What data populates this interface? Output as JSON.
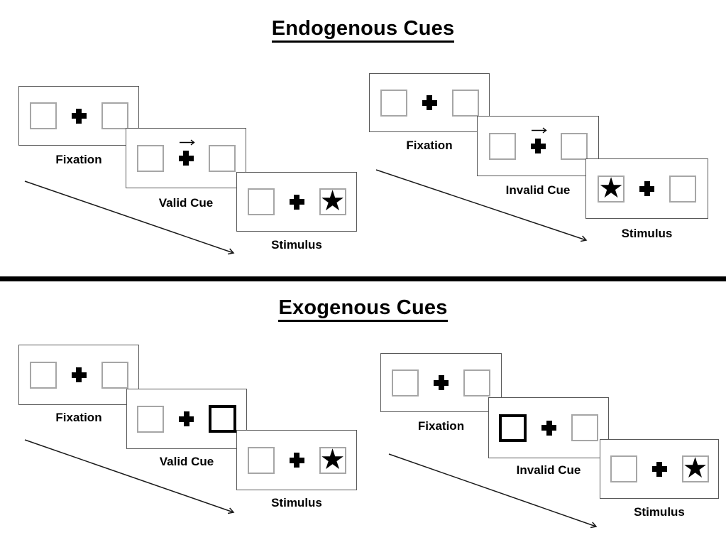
{
  "sections": [
    {
      "title": "Endogenous Cues",
      "sequences": [
        {
          "name": "valid-trial",
          "panels": [
            {
              "label": "Fixation",
              "type": "fixation"
            },
            {
              "label": "Valid Cue",
              "type": "arrow-cue",
              "arrow_direction": "right"
            },
            {
              "label": "Stimulus",
              "type": "stimulus",
              "star_side": "right"
            }
          ]
        },
        {
          "name": "invalid-trial",
          "panels": [
            {
              "label": "Fixation",
              "type": "fixation"
            },
            {
              "label": "Invalid Cue",
              "type": "arrow-cue",
              "arrow_direction": "right"
            },
            {
              "label": "Stimulus",
              "type": "stimulus",
              "star_side": "left"
            }
          ]
        }
      ]
    },
    {
      "title": "Exogenous Cues",
      "sequences": [
        {
          "name": "valid-trial",
          "panels": [
            {
              "label": "Fixation",
              "type": "fixation"
            },
            {
              "label": "Valid Cue",
              "type": "highlight-cue",
              "highlight_side": "right"
            },
            {
              "label": "Stimulus",
              "type": "stimulus",
              "star_side": "right"
            }
          ]
        },
        {
          "name": "invalid-trial",
          "panels": [
            {
              "label": "Fixation",
              "type": "fixation"
            },
            {
              "label": "Invalid Cue",
              "type": "highlight-cue",
              "highlight_side": "left"
            },
            {
              "label": "Stimulus",
              "type": "stimulus",
              "star_side": "right"
            }
          ]
        }
      ]
    }
  ],
  "glyphs": {
    "star": "★"
  },
  "colors": {
    "ink": "#000000",
    "panel_border": "#595959",
    "square_border": "#a6a6a6",
    "bold_square_border": "#000000",
    "background": "#ffffff"
  }
}
